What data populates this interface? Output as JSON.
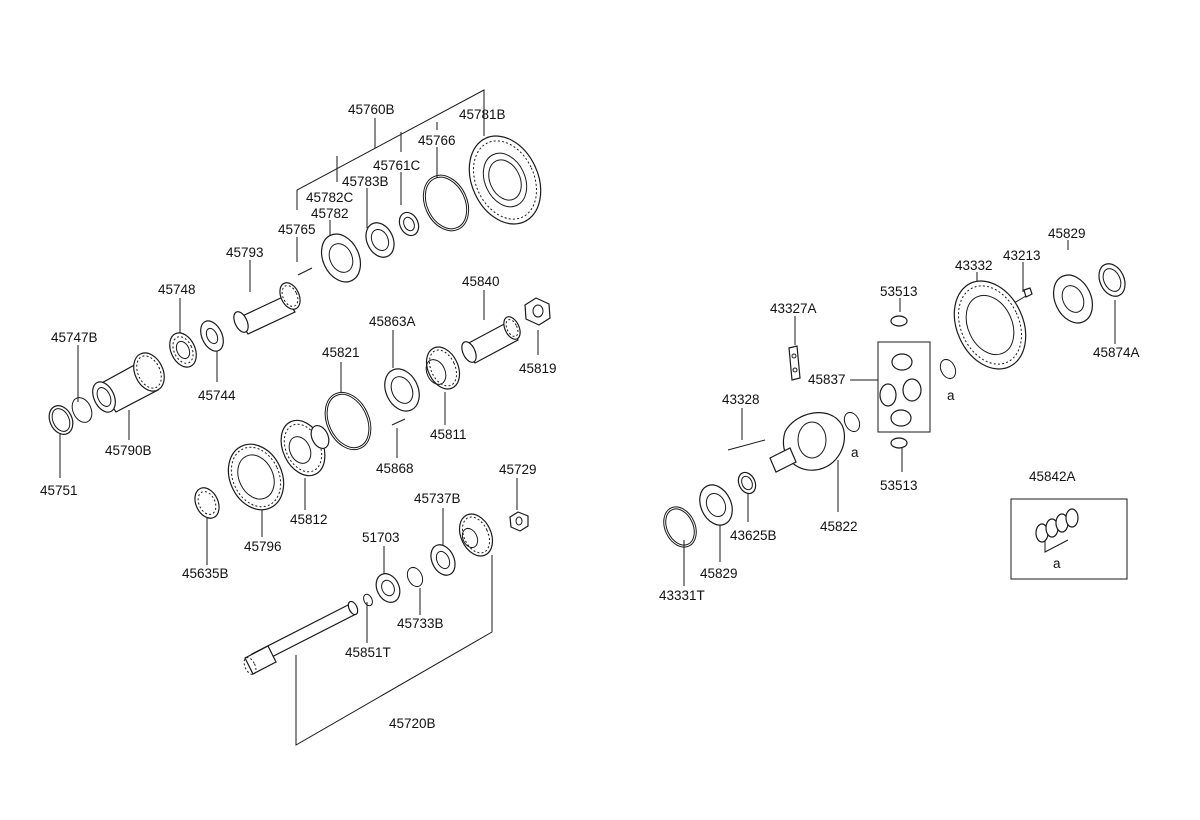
{
  "parts_left": {
    "p45760B": "45760B",
    "p45781B": "45781B",
    "p45766": "45766",
    "p45761C": "45761C",
    "p45783B": "45783B",
    "p45782C": "45782C",
    "p45782": "45782",
    "p45765": "45765",
    "p45793": "45793",
    "p45748": "45748",
    "p45747B": "45747B",
    "p45744": "45744",
    "p45790B": "45790B",
    "p45751": "45751",
    "p45840": "45840",
    "p45863A": "45863A",
    "p45819": "45819",
    "p45821": "45821",
    "p45811": "45811",
    "p45868": "45868",
    "p45812": "45812",
    "p45796": "45796",
    "p45635B": "45635B",
    "p45729": "45729",
    "p45737B": "45737B",
    "p51703": "51703",
    "p45733B": "45733B",
    "p45851T": "45851T",
    "p45720B": "45720B"
  },
  "parts_right": {
    "p45829_top": "45829",
    "p43213": "43213",
    "p43332": "43332",
    "p53513_top": "53513",
    "p43327A": "43327A",
    "p45874A": "45874A",
    "p45837": "45837",
    "ref_a_1": "a",
    "p43328": "43328",
    "ref_a_2": "a",
    "p53513_bottom": "53513",
    "p45822": "45822",
    "p43625B": "43625B",
    "p45829_bottom": "45829",
    "p43331T": "43331T",
    "p45842A": "45842A",
    "ref_a_3": "a"
  }
}
